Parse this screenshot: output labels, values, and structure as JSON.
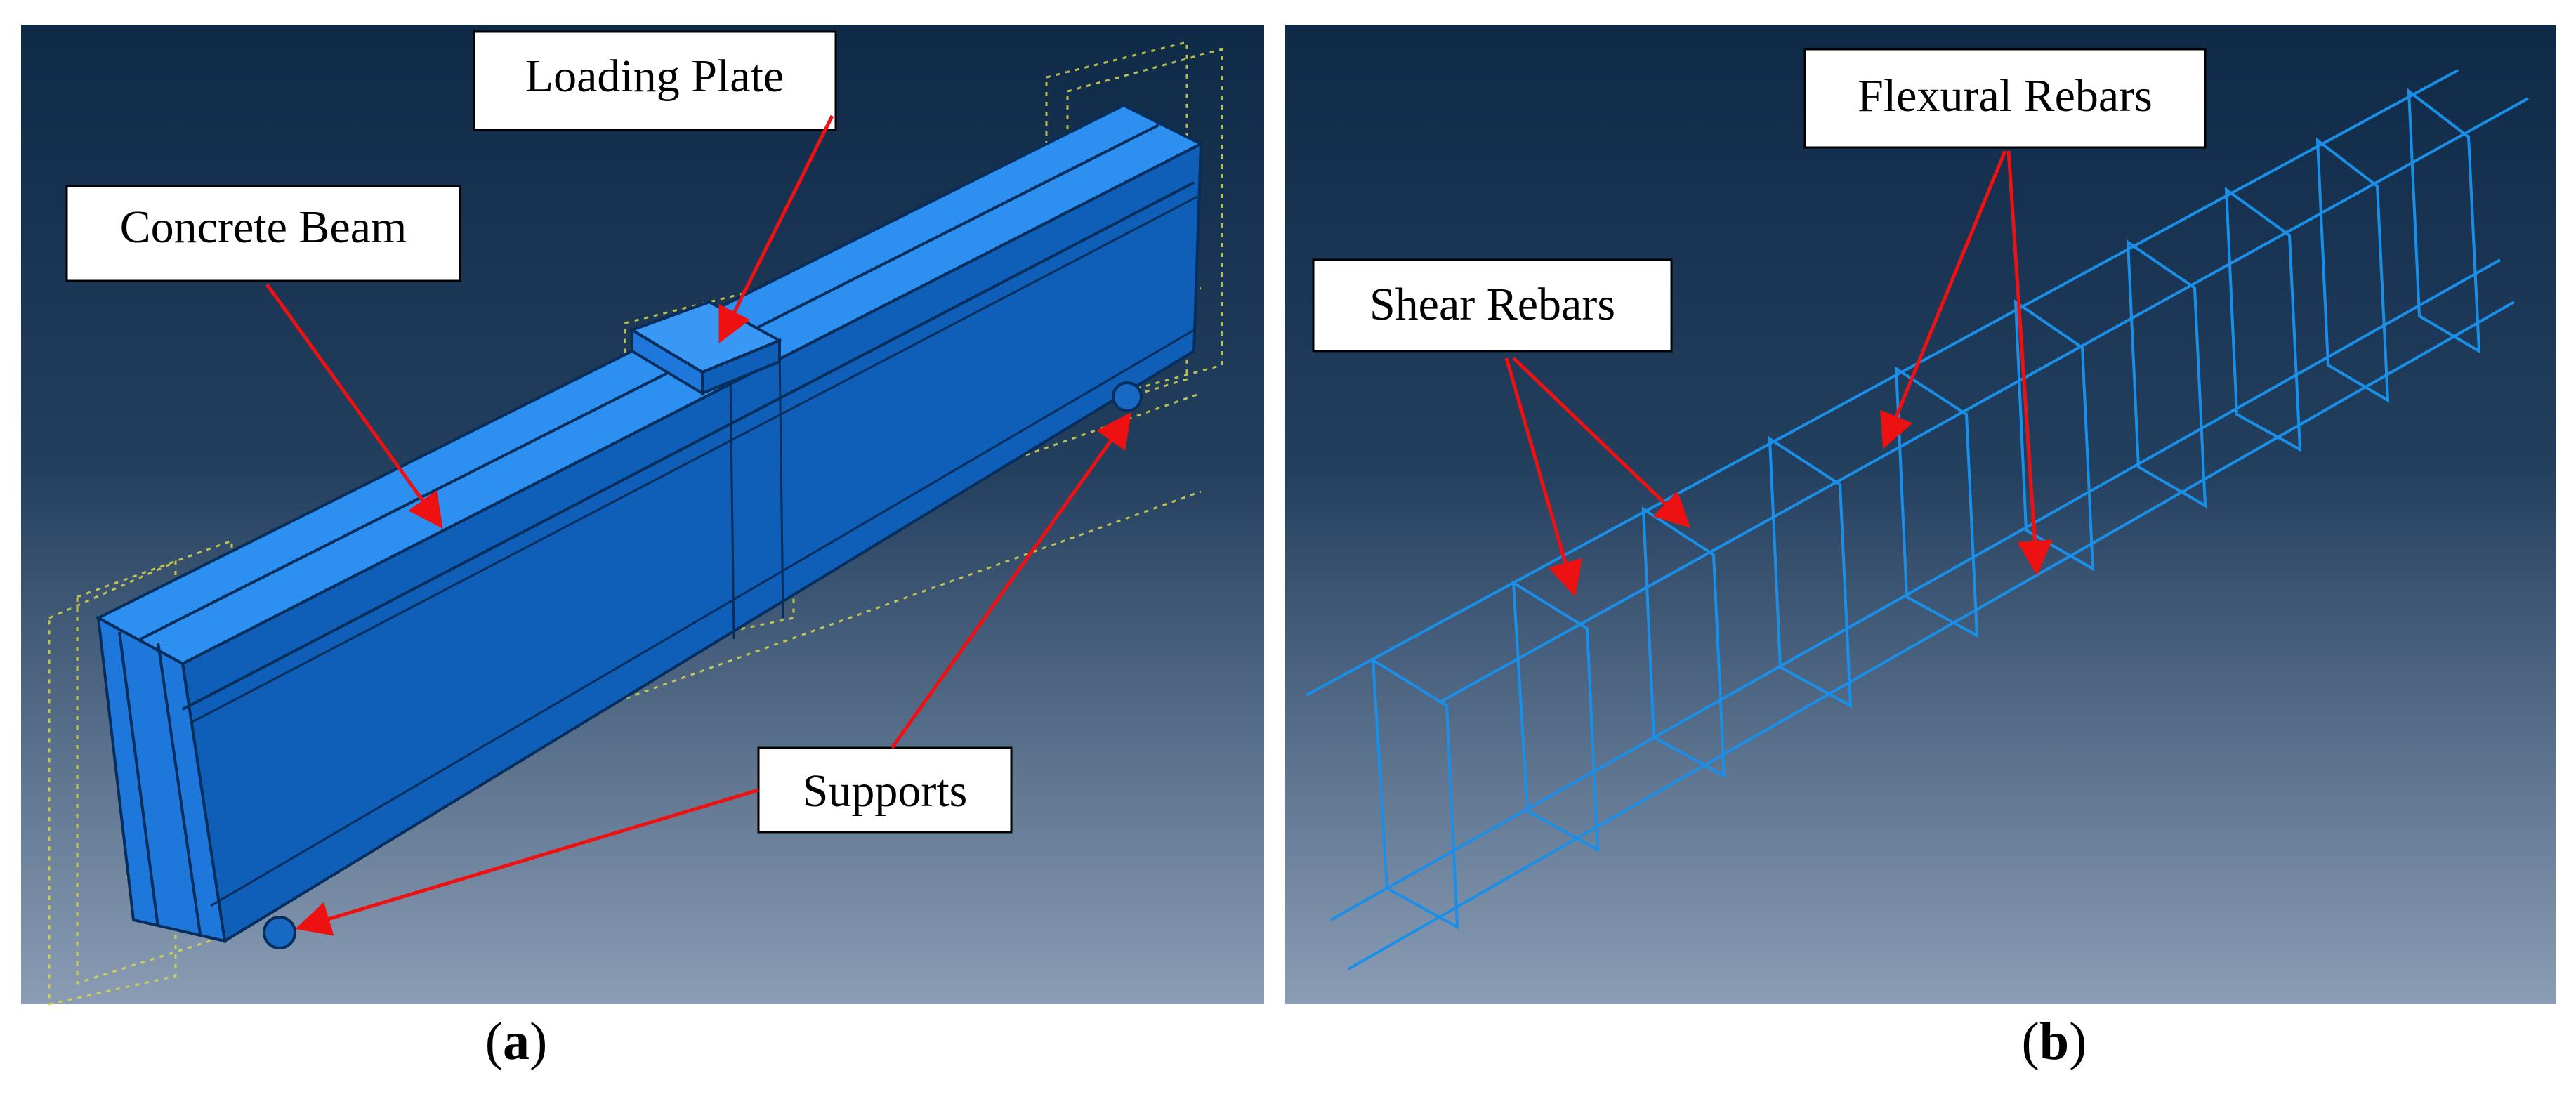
{
  "panels": [
    {
      "id": "a",
      "caption_letter": "a",
      "labels": {
        "loading_plate": "Loading Plate",
        "concrete_beam": "Concrete Beam",
        "supports": "Supports"
      }
    },
    {
      "id": "b",
      "caption_letter": "b",
      "labels": {
        "flexural_rebars": "Flexural Rebars",
        "shear_rebars": "Shear Rebars"
      }
    }
  ],
  "colors": {
    "viewport_top": "#0f2a47",
    "viewport_bottom": "#8b9db5",
    "beam": "#1f7fe0",
    "beam_dark": "#0d56a8",
    "rebar": "#1a8fe8",
    "arrow": "#ee1111",
    "dashed": "#d8d84a"
  }
}
